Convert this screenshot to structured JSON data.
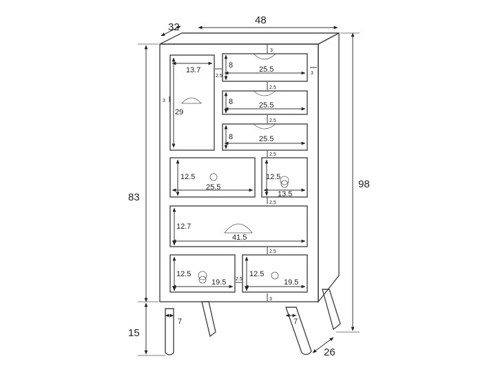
{
  "overall": {
    "depth": "32",
    "width": "48",
    "height_total": "98",
    "height_body": "83",
    "legs_height": "15",
    "leg_spacing": "26"
  },
  "legs": {
    "left_offset": "7",
    "right_offset": "7"
  },
  "left_compartment": {
    "width": "13.7",
    "height": "29",
    "top_gap": "3",
    "gap": "2.5"
  },
  "small_drawers": {
    "top_gap": "3",
    "right_gap": "3",
    "d1": {
      "height": "8",
      "width": "25.5"
    },
    "d2": {
      "height": "8",
      "width": "25.5"
    },
    "d3": {
      "height": "8",
      "width": "25.5"
    },
    "gap_a": "2.5",
    "gap_b": "2.5",
    "gap_c": "2.5"
  },
  "middle_row": {
    "left": {
      "height": "12.5",
      "width": "25.5"
    },
    "right": {
      "height": "12.5",
      "width": "13.5"
    },
    "gap_below": "2.5"
  },
  "wide_drawer": {
    "height": "12.7",
    "width": "41.5",
    "gap_below": "2.5"
  },
  "bottom_row": {
    "left": {
      "height": "12.5",
      "width": "19.5"
    },
    "right": {
      "height": "12.5",
      "width": "19.5"
    },
    "gap_between": "2.5",
    "bottom_gap": "3"
  }
}
